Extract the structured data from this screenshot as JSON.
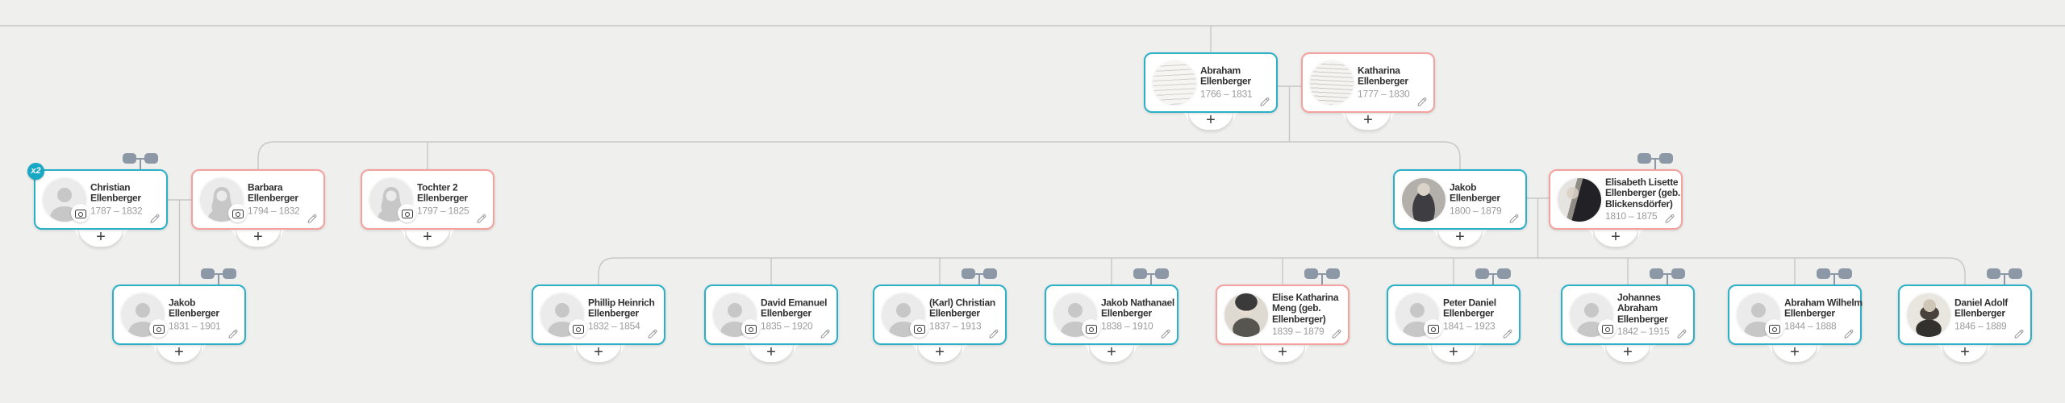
{
  "app": {
    "view": "family-tree"
  },
  "colors": {
    "background": "#efefee",
    "connector_line": "#c7c7c7",
    "male_accent": "#2bb0c7",
    "female_accent": "#f5a19d",
    "couple_icon": "#8d98a7",
    "duplicate_badge": "#16a8c4"
  },
  "ui": {
    "add_label": "+"
  },
  "tree": {
    "people": [
      {
        "id": "abraham",
        "name": "Abraham Ellenberger",
        "lifespan": "1766 – 1831",
        "accent": "teal",
        "avatar": "photo-doc",
        "camera_badge": false,
        "couple_icon": false,
        "badge": ""
      },
      {
        "id": "katharina",
        "name": "Katharina Ellenberger",
        "lifespan": "1777 – 1830",
        "accent": "red",
        "avatar": "photo-doc2",
        "camera_badge": false,
        "couple_icon": false,
        "badge": ""
      },
      {
        "id": "christian",
        "name": "Christian Ellenberger",
        "lifespan": "1787 – 1832",
        "accent": "teal",
        "avatar": "male",
        "camera_badge": true,
        "couple_icon": true,
        "badge": "x2"
      },
      {
        "id": "barbara",
        "name": "Barbara Ellenberger",
        "lifespan": "1794 – 1832",
        "accent": "red",
        "avatar": "female",
        "camera_badge": true,
        "couple_icon": false,
        "badge": ""
      },
      {
        "id": "tochter2",
        "name": "Tochter 2 Ellenberger",
        "lifespan": "1797 – 1825",
        "accent": "red",
        "avatar": "female",
        "camera_badge": true,
        "couple_icon": false,
        "badge": ""
      },
      {
        "id": "jakob1800",
        "name": "Jakob Ellenberger",
        "lifespan": "1800 – 1879",
        "accent": "teal",
        "avatar": "photo-man-dark",
        "camera_badge": false,
        "couple_icon": false,
        "badge": ""
      },
      {
        "id": "elisabeth",
        "name": "Elisabeth Lisette Ellenberger (geb. Blickensdörfer)",
        "lifespan": "1810 – 1875",
        "accent": "red",
        "avatar": "photo-contrast",
        "camera_badge": false,
        "couple_icon": true,
        "badge": ""
      },
      {
        "id": "jakob1831",
        "name": "Jakob Ellenberger",
        "lifespan": "1831 – 1901",
        "accent": "teal",
        "avatar": "male",
        "camera_badge": true,
        "couple_icon": true,
        "badge": ""
      },
      {
        "id": "phillip",
        "name": "Phillip Heinrich Ellenberger",
        "lifespan": "1832 – 1854",
        "accent": "teal",
        "avatar": "male",
        "camera_badge": true,
        "couple_icon": false,
        "badge": ""
      },
      {
        "id": "david",
        "name": "David Emanuel Ellenberger",
        "lifespan": "1835 – 1920",
        "accent": "teal",
        "avatar": "male",
        "camera_badge": true,
        "couple_icon": false,
        "badge": ""
      },
      {
        "id": "karl",
        "name": "(Karl) Christian Ellenberger",
        "lifespan": "1837 – 1913",
        "accent": "teal",
        "avatar": "male",
        "camera_badge": true,
        "couple_icon": true,
        "badge": ""
      },
      {
        "id": "jakobn",
        "name": "Jakob Nathanael Ellenberger",
        "lifespan": "1838 – 1910",
        "accent": "teal",
        "avatar": "male",
        "camera_badge": true,
        "couple_icon": true,
        "badge": ""
      },
      {
        "id": "elise",
        "name": "Elise Katharina Meng (geb. Ellenberger)",
        "lifespan": "1839 – 1879",
        "accent": "red",
        "avatar": "photo-woman",
        "camera_badge": false,
        "couple_icon": true,
        "badge": ""
      },
      {
        "id": "peter",
        "name": "Peter Daniel Ellenberger",
        "lifespan": "1841 – 1923",
        "accent": "teal",
        "avatar": "male",
        "camera_badge": true,
        "couple_icon": true,
        "badge": ""
      },
      {
        "id": "johannes",
        "name": "Johannes Abraham Ellenberger",
        "lifespan": "1842 – 1915",
        "accent": "teal",
        "avatar": "male",
        "camera_badge": true,
        "couple_icon": true,
        "badge": ""
      },
      {
        "id": "abrahamw",
        "name": "Abraham Wilhelm Ellenberger",
        "lifespan": "1844 – 1888",
        "accent": "teal",
        "avatar": "male",
        "camera_badge": true,
        "couple_icon": true,
        "badge": ""
      },
      {
        "id": "daniel",
        "name": "Daniel Adolf Ellenberger",
        "lifespan": "1846 – 1889",
        "accent": "teal",
        "avatar": "photo-engraving",
        "camera_badge": false,
        "couple_icon": true,
        "badge": ""
      }
    ]
  }
}
